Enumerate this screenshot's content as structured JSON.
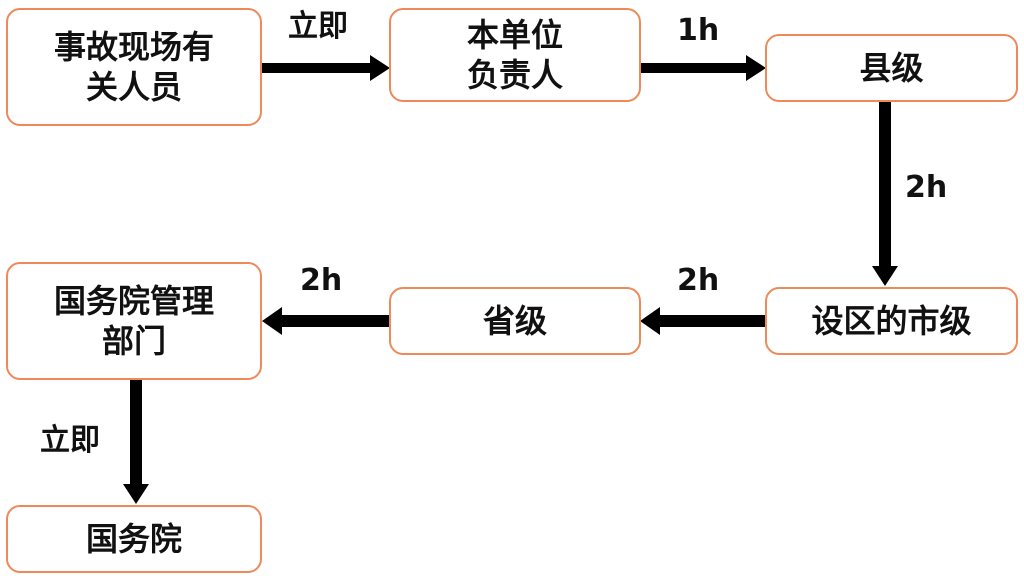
{
  "nodes": {
    "scene_personnel": "事故现场有\n关人员",
    "unit_leader": "本单位\n负责人",
    "county": "县级",
    "city": "设区的市级",
    "province": "省级",
    "state_council_dept": "国务院管理\n部门",
    "state_council": "国务院"
  },
  "edges": {
    "scene_to_unit": "立即",
    "unit_to_county": "1h",
    "county_to_city": "2h",
    "city_to_province": "2h",
    "province_to_dept": "2h",
    "dept_to_state_council": "立即"
  },
  "colors": {
    "box_border": "#ee8a5a",
    "arrow": "#000000",
    "text": "#111111"
  }
}
